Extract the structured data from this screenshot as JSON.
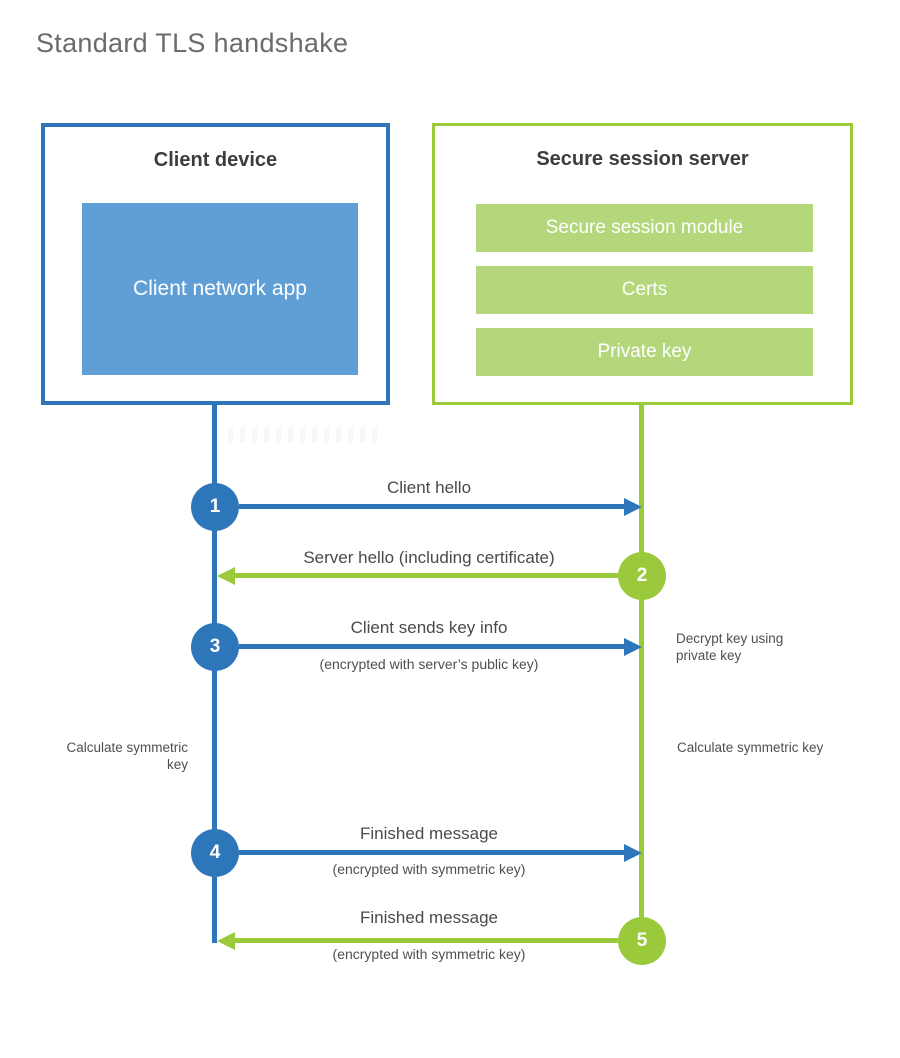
{
  "title": "Standard TLS handshake",
  "colors": {
    "client_accent": "#2e76ba",
    "client_fill": "#5f9fd6",
    "server_accent": "#9aca3b",
    "server_fill": "#b4d77b",
    "heading_text": "#3d3d3d",
    "title_text": "#6b6b6b",
    "label_text": "#4a4a4a"
  },
  "client": {
    "title": "Client device",
    "app_label": "Client network app"
  },
  "server": {
    "title": "Secure session server",
    "modules": [
      {
        "label": "Secure session module"
      },
      {
        "label": "Certs"
      },
      {
        "label": "Private key"
      }
    ]
  },
  "steps": [
    {
      "num": "1",
      "label": "Client hello",
      "sublabel": "",
      "direction": "right",
      "color": "blue"
    },
    {
      "num": "2",
      "label": "Server hello (including certificate)",
      "sublabel": "",
      "direction": "left",
      "color": "green"
    },
    {
      "num": "3",
      "label": "Client sends key info",
      "sublabel": "(encrypted with server’s public key)",
      "direction": "right",
      "color": "blue"
    },
    {
      "num": "4",
      "label": "Finished message",
      "sublabel": "(encrypted with symmetric key)",
      "direction": "right",
      "color": "blue"
    },
    {
      "num": "5",
      "label": "Finished message",
      "sublabel": "(encrypted with symmetric key)",
      "direction": "left",
      "color": "green"
    }
  ],
  "notes": {
    "decrypt": "Decrypt key using private key",
    "calc_left": "Calculate symmetric key",
    "calc_right": "Calculate symmetric key"
  }
}
